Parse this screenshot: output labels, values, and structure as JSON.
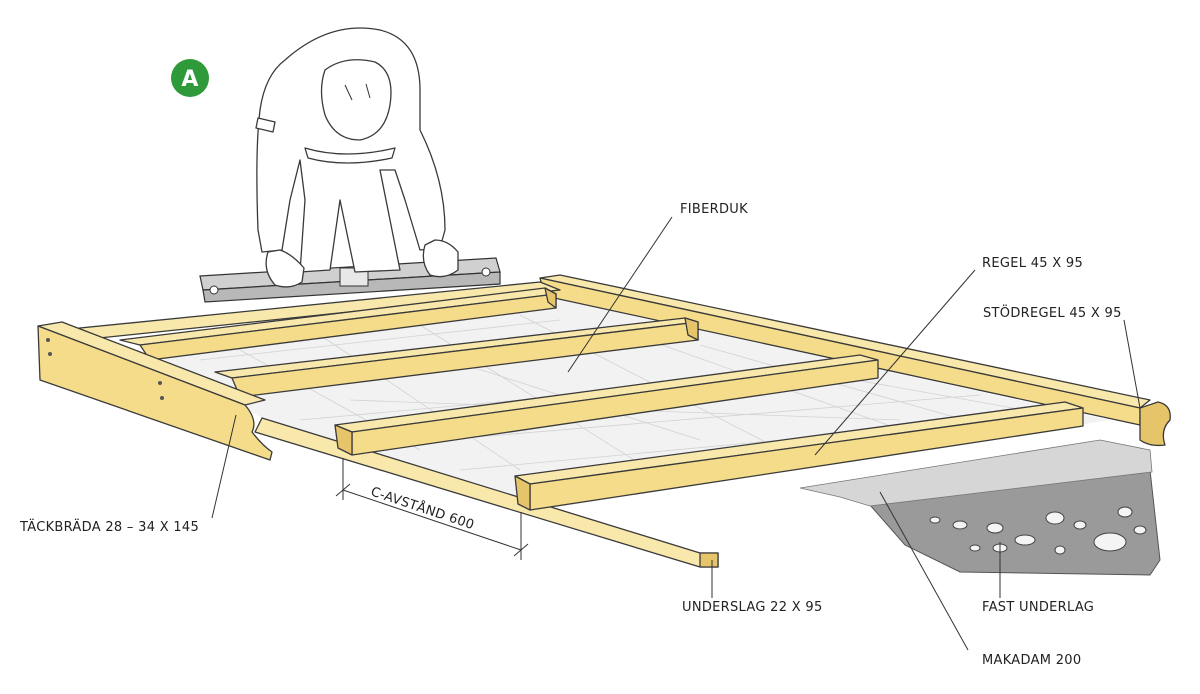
{
  "badge": {
    "letter": "A",
    "color": "#2e9a3a"
  },
  "colors": {
    "wood": "#f4dc8a",
    "gravel": "#8a8a8a",
    "fabric": "#f2f2f2"
  },
  "labels": {
    "fiberduk": "FIBERDUK",
    "regel": "REGEL 45 X 95",
    "stodregel": "STÖDREGEL 45 X 95",
    "tackbrada": "TÄCKBRÄDA 28 – 34 X 145",
    "c_avstand": "C-AVSTÅND 600",
    "underslag": "UNDERSLAG 22 X 95",
    "fast_underlag": "FAST UNDERLAG",
    "makadam": "MAKADAM 200"
  }
}
